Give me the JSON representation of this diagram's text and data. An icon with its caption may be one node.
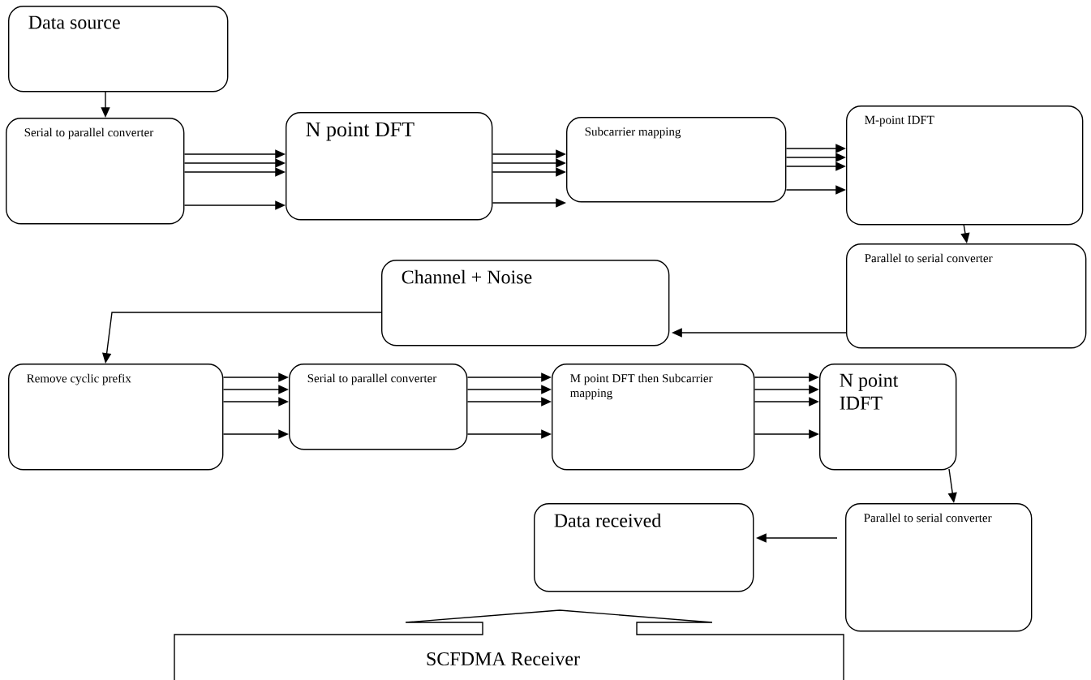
{
  "diagram": {
    "nodes": [
      {
        "text": [
          "Data source"
        ]
      },
      {
        "text": [
          "Serial to parallel converter"
        ]
      },
      {
        "text": [
          "N point DFT"
        ]
      },
      {
        "text": [
          "Subcarrier mapping"
        ]
      },
      {
        "text": [
          "M-point IDFT"
        ]
      },
      {
        "text": [
          "Parallel to serial converter"
        ]
      },
      {
        "text": [
          "Channel + Noise"
        ]
      },
      {
        "text": [
          "Remove cyclic prefix"
        ]
      },
      {
        "text": [
          "Serial to parallel converter"
        ]
      },
      {
        "text": [
          "M point DFT then Subcarrier mapping"
        ]
      },
      {
        "text": [
          "N point IDFT"
        ]
      },
      {
        "text": [
          "Parallel to serial converter"
        ]
      },
      {
        "text": [
          "Data received"
        ]
      },
      {
        "text": [
          "SCFDMA Receiver"
        ]
      }
    ],
    "edges": [
      {
        "from": 0,
        "to": 1,
        "arrow": "to"
      },
      {
        "from": 1,
        "to": 2,
        "arrow": "to"
      },
      {
        "from": 1,
        "to": 2,
        "arrow": "to"
      },
      {
        "from": 1,
        "to": 2,
        "arrow": "to"
      },
      {
        "from": 1,
        "to": 2,
        "arrow": "to"
      },
      {
        "from": 2,
        "to": 3,
        "arrow": "to"
      },
      {
        "from": 2,
        "to": 3,
        "arrow": "to"
      },
      {
        "from": 2,
        "to": 3,
        "arrow": "to"
      },
      {
        "from": 2,
        "to": 3,
        "arrow": "to"
      },
      {
        "from": 3,
        "to": 4,
        "arrow": "to"
      },
      {
        "from": 3,
        "to": 4,
        "arrow": "to"
      },
      {
        "from": 3,
        "to": 4,
        "arrow": "to"
      },
      {
        "from": 3,
        "to": 4,
        "arrow": "to"
      },
      {
        "from": 4,
        "to": 5,
        "arrow": "to"
      },
      {
        "from": 5,
        "to": 6,
        "arrow": "to"
      },
      {
        "from": 6,
        "to": 7,
        "arrow": "to"
      },
      {
        "from": 7,
        "to": 8,
        "arrow": "to"
      },
      {
        "from": 7,
        "to": 8,
        "arrow": "to"
      },
      {
        "from": 7,
        "to": 8,
        "arrow": "to"
      },
      {
        "from": 7,
        "to": 8,
        "arrow": "to"
      },
      {
        "from": 8,
        "to": 9,
        "arrow": "to"
      },
      {
        "from": 8,
        "to": 9,
        "arrow": "to"
      },
      {
        "from": 8,
        "to": 9,
        "arrow": "to"
      },
      {
        "from": 8,
        "to": 9,
        "arrow": "to"
      },
      {
        "from": 9,
        "to": 10,
        "arrow": "to"
      },
      {
        "from": 9,
        "to": 10,
        "arrow": "to"
      },
      {
        "from": 9,
        "to": 10,
        "arrow": "to"
      },
      {
        "from": 9,
        "to": 10,
        "arrow": "to"
      },
      {
        "from": 10,
        "to": 11,
        "arrow": "to"
      },
      {
        "from": 11,
        "to": 12,
        "arrow": "to"
      }
    ]
  }
}
